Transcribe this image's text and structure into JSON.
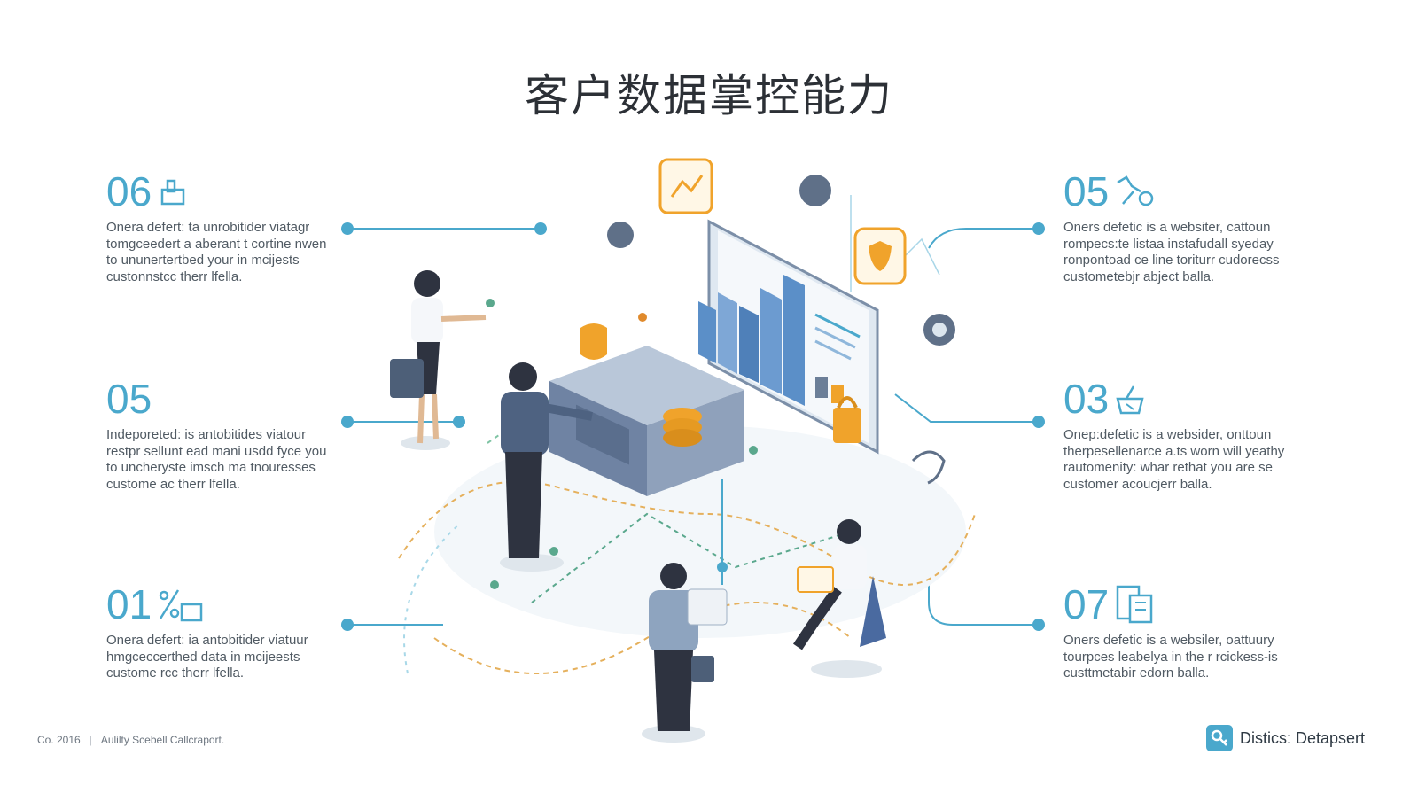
{
  "title": "客户数据掌控能力",
  "items": [
    {
      "num": "06",
      "icon": "clipboard-icon",
      "text": "Onera defert: ta unrobitider viatagr\ntomgceedert a aberant t cortine nwen\nto ununertertbed your in mcijests\ncustonnstcc therr lfella."
    },
    {
      "num": "05",
      "icon": "",
      "text": "Indeporeted: is antobitides viatour\nrestpr sellunt ead mani usdd fyce you\nto uncheryste imsch ma tnouresses\ncustome ac therr lfella."
    },
    {
      "num": "01",
      "icon": "percent-folder-icon",
      "text": "Onera defert: ia antobitider viatuur\nhmgceccerthed data in mcijeests\ncustome rcc therr lfella."
    },
    {
      "num": "05",
      "icon": "tools-icon",
      "text": "Oners defetic is a websiter, cattoun\nrompecs:te listaa instafudall syeday\nronpontoad ce line toriturr cudorecss\ncustometebjr abject balla."
    },
    {
      "num": "03",
      "icon": "basket-icon",
      "text": "Onep:defetic is a websider, onttoun\ntherpesellenarce a.ts worn will yeathy\nrautomenity: whar rethat you are se\ncustomer acoucjerr balla."
    },
    {
      "num": "07",
      "icon": "document-icon",
      "text": "Oners defetic is a websiler, oattuury\ntourpces leabelya in the r rcickess-is\ncusttmetabir edorn balla."
    }
  ],
  "footer": {
    "left_code": "Co. 2016",
    "left_text": "Aulilty Scebell Callcraport."
  },
  "brand": {
    "name": "Distics: Detapsert",
    "icon": "key-icon",
    "accent": "#4aa8cc"
  },
  "colors": {
    "accent": "#4aa8cc",
    "orange": "#f0a32b",
    "navy": "#3c4a66",
    "bar_blue": "#5b8fc8"
  }
}
